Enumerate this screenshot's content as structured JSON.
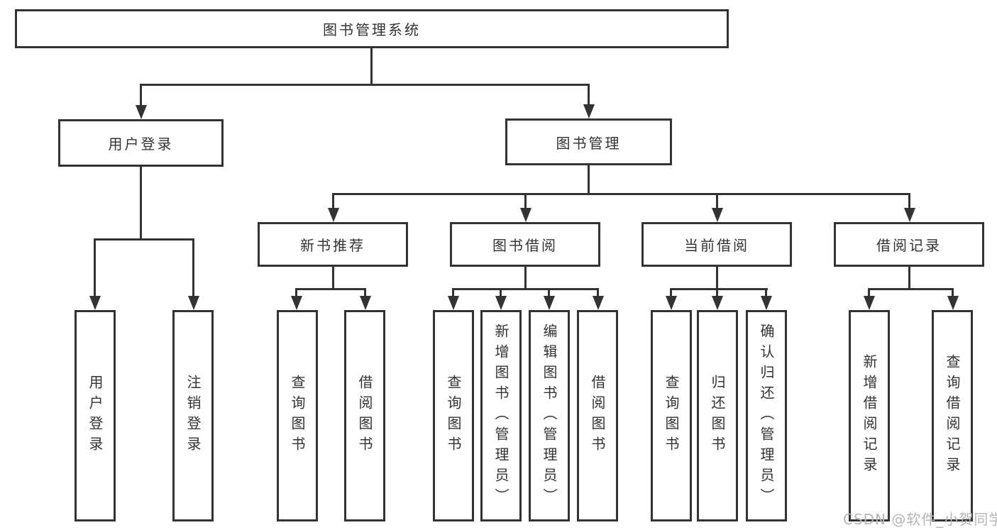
{
  "diagram_title": "图书管理系统",
  "tree": {
    "root": {
      "label": "图书管理系统",
      "children": [
        {
          "label": "用户登录",
          "children": [
            {
              "label": "用户登录"
            },
            {
              "label": "注销登录"
            }
          ]
        },
        {
          "label": "图书管理",
          "children": [
            {
              "label": "新书推荐",
              "children": [
                {
                  "label": "查询图书"
                },
                {
                  "label": "借阅图书"
                }
              ]
            },
            {
              "label": "图书借阅",
              "children": [
                {
                  "label": "查询图书"
                },
                {
                  "label": "新增图书（管理员）"
                },
                {
                  "label": "编辑图书（管理员）"
                },
                {
                  "label": "借阅图书"
                }
              ]
            },
            {
              "label": "当前借阅",
              "children": [
                {
                  "label": "查询图书"
                },
                {
                  "label": "归还图书"
                },
                {
                  "label": "确认归还（管理员）"
                }
              ]
            },
            {
              "label": "借阅记录",
              "children": [
                {
                  "label": "新增借阅记录"
                },
                {
                  "label": "查询借阅记录"
                }
              ]
            }
          ]
        }
      ]
    }
  },
  "watermark": "CSDN @软件_小贺同学",
  "colors": {
    "line": "#333333",
    "box_border": "#333333",
    "text": "#333333",
    "watermark": "#b5b5b5",
    "background": "#ffffff"
  }
}
